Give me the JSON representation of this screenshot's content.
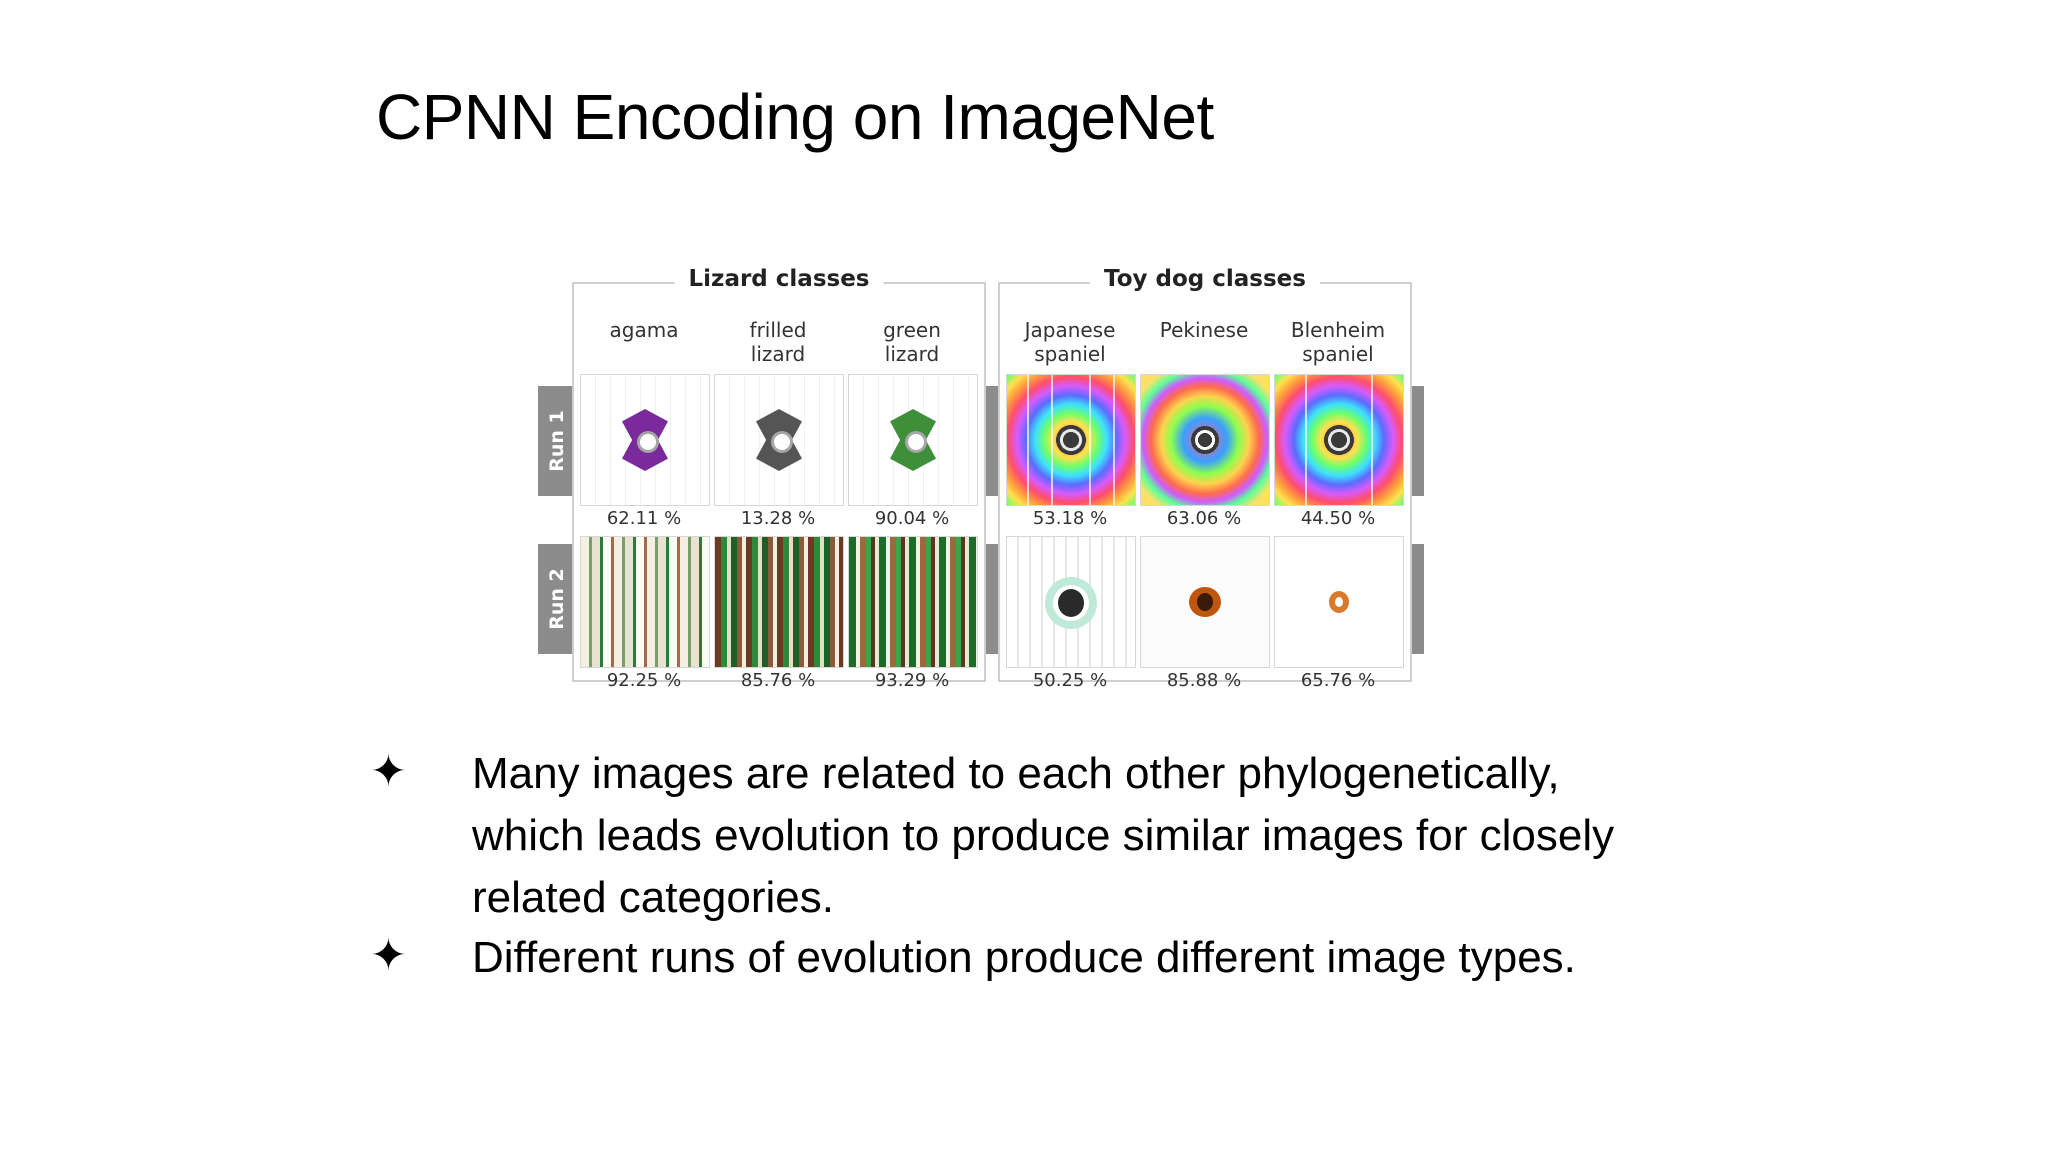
{
  "slide": {
    "title": "CPNN Encoding on ImageNet"
  },
  "figure": {
    "lizard_group_title": "Lizard classes",
    "dog_group_title": "Toy dog classes",
    "run_labels": [
      "Run 1",
      "Run 2"
    ],
    "lizard_columns": [
      "agama",
      "frilled\nlizard",
      "green\nlizard"
    ],
    "dog_columns": [
      "Japanese\nspaniel",
      "Pekinese",
      "Blenheim\nspaniel"
    ],
    "run1_lizard_pcts": [
      "62.11 %",
      "13.28 %",
      "90.04 %"
    ],
    "run1_dog_pcts": [
      "53.18 %",
      "63.06 %",
      "44.50 %"
    ],
    "run2_lizard_pcts": [
      "92.25 %",
      "85.76 %",
      "93.29 %"
    ],
    "run2_dog_pcts": [
      "50.25 %",
      "85.88 %",
      "65.76 %"
    ],
    "colors": {
      "tab_gray": "#8c8c8c",
      "agama_purple": "#7a2a9a",
      "frilled_gray": "#555555",
      "green_lizard": "#3f8f3a"
    }
  },
  "bullets": {
    "icon": "four-point-star-icon",
    "symbol": "✦",
    "items": [
      "Many images are related to each other phylogenetically,\nwhich leads evolution to produce similar images for closely\nrelated categories.",
      "Different runs of evolution produce different image types."
    ]
  }
}
